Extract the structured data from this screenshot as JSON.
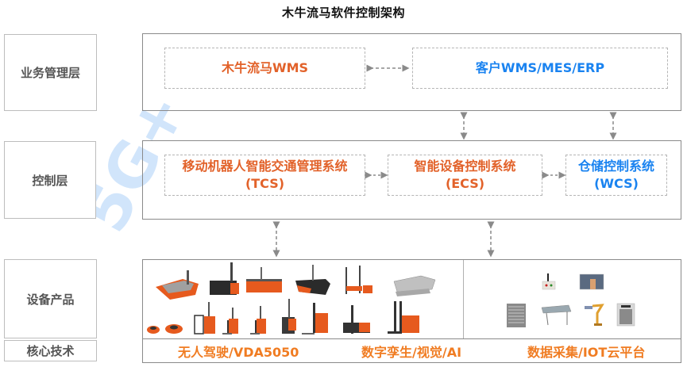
{
  "title": "木牛流马软件控制架构",
  "watermark": "5G+",
  "colors": {
    "orange": "#e2622a",
    "blue": "#1a83f0",
    "tech_orange": "#f07c22",
    "label_gray": "#555555"
  },
  "layers": [
    {
      "label": "业务管理层"
    },
    {
      "label": "控制层"
    },
    {
      "label": "设备产品"
    },
    {
      "label": "核心技术"
    }
  ],
  "business": {
    "own_wms": "木牛流马WMS",
    "customer_systems": "客户WMS/MES/ERP"
  },
  "control": {
    "tcs": {
      "name": "移动机器人智能交通管理系统",
      "abbr": "(TCS)"
    },
    "ecs": {
      "name": "智能设备控制系统",
      "abbr": "(ECS)"
    },
    "wcs": {
      "name": "仓储控制系统",
      "abbr": "(WCS)"
    }
  },
  "devices": {
    "robots_row1": [
      "latent-lifting-agv",
      "heavy-load-agv",
      "roller-agv",
      "frame-agv",
      "stacker-forklift-agv",
      "pallet-shuttle-agv"
    ],
    "robots_row2": [
      "mini-jacking-robot",
      "jacking-robot",
      "pallet-stacker-forklift",
      "small-pallet-forklift",
      "compact-pallet-forklift",
      "counterbalance-forklift",
      "reach-forklift",
      "narrow-aisle-forklift",
      "high-reach-forklift"
    ],
    "equipment_row1": [
      "call-button-box",
      "touch-tablet"
    ],
    "equipment_row2": [
      "rolling-shutter-door",
      "conveyor",
      "robotic-arm",
      "elevator"
    ]
  },
  "core_tech": [
    "无人驾驶/VDA5050",
    "数字孪生/视觉/AI",
    "数据采集/IOT云平台"
  ]
}
